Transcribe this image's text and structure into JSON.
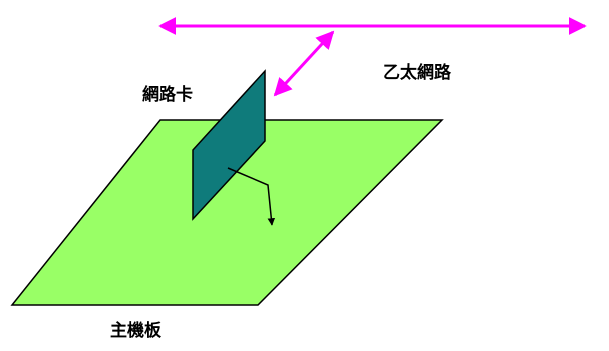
{
  "labels": {
    "network_card": "網路卡",
    "ethernet": "乙太網路",
    "motherboard": "主機板"
  },
  "colors": {
    "motherboard_fill": "#99FF66",
    "network_card_fill": "#0F7B7B",
    "ethernet_arrow": "#FF00FF",
    "signal_arrow": "#000000",
    "outline": "#000000"
  }
}
